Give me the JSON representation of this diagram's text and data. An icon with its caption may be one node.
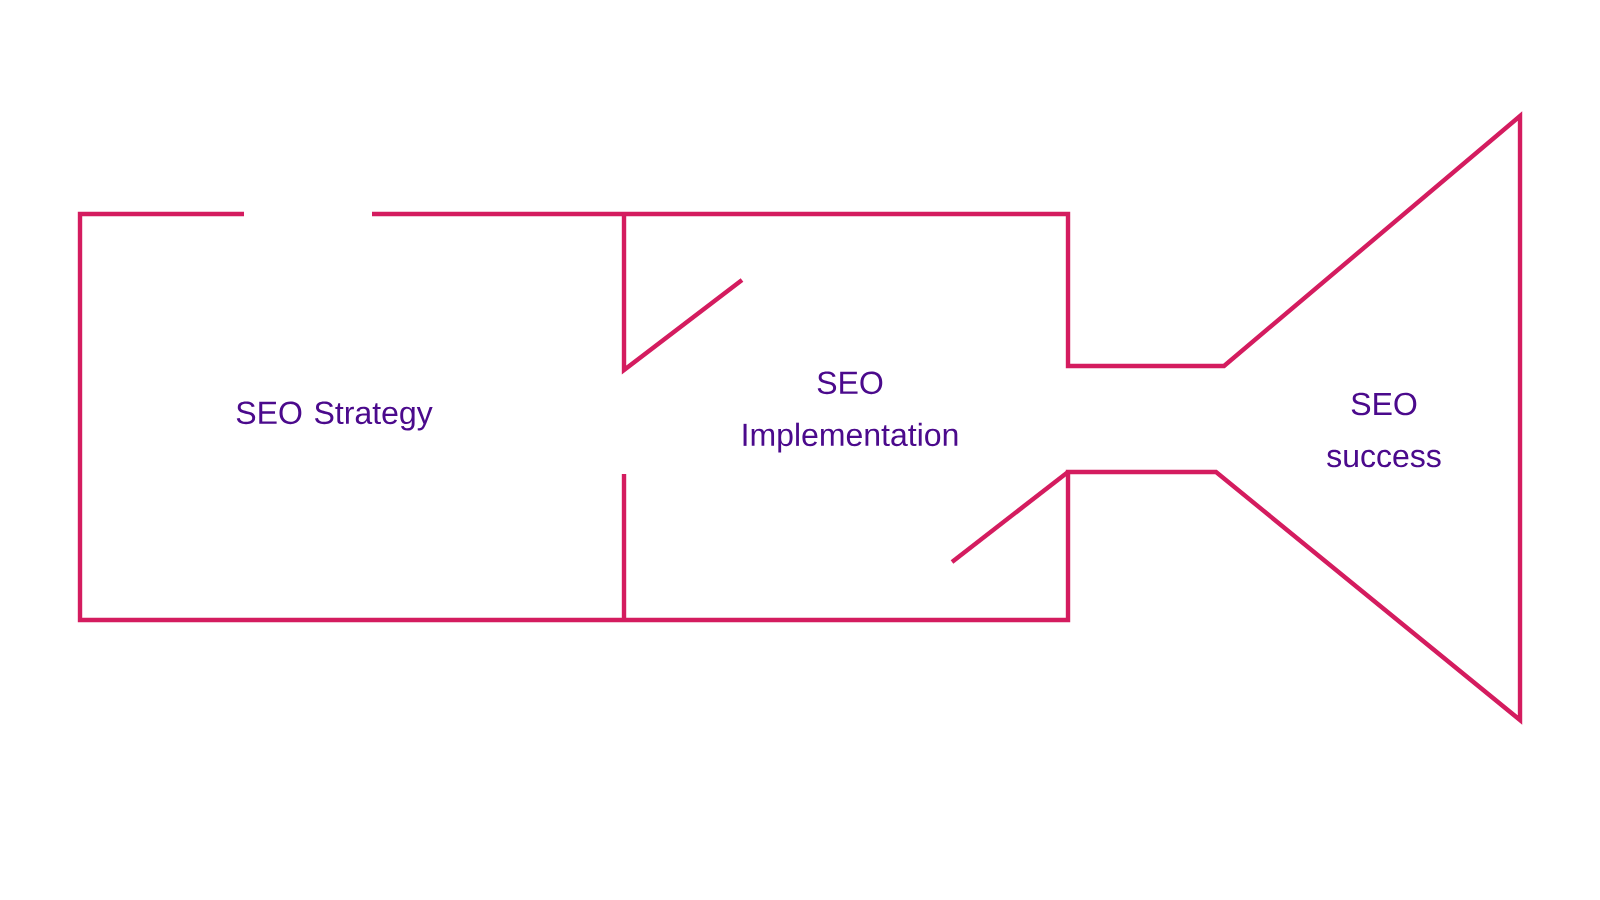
{
  "diagram": {
    "nodes": [
      {
        "text": [
          "SEO Strategy"
        ]
      },
      {
        "text": [
          "SEO Implementation"
        ]
      },
      {
        "text": [
          "SEO success"
        ]
      }
    ]
  }
}
